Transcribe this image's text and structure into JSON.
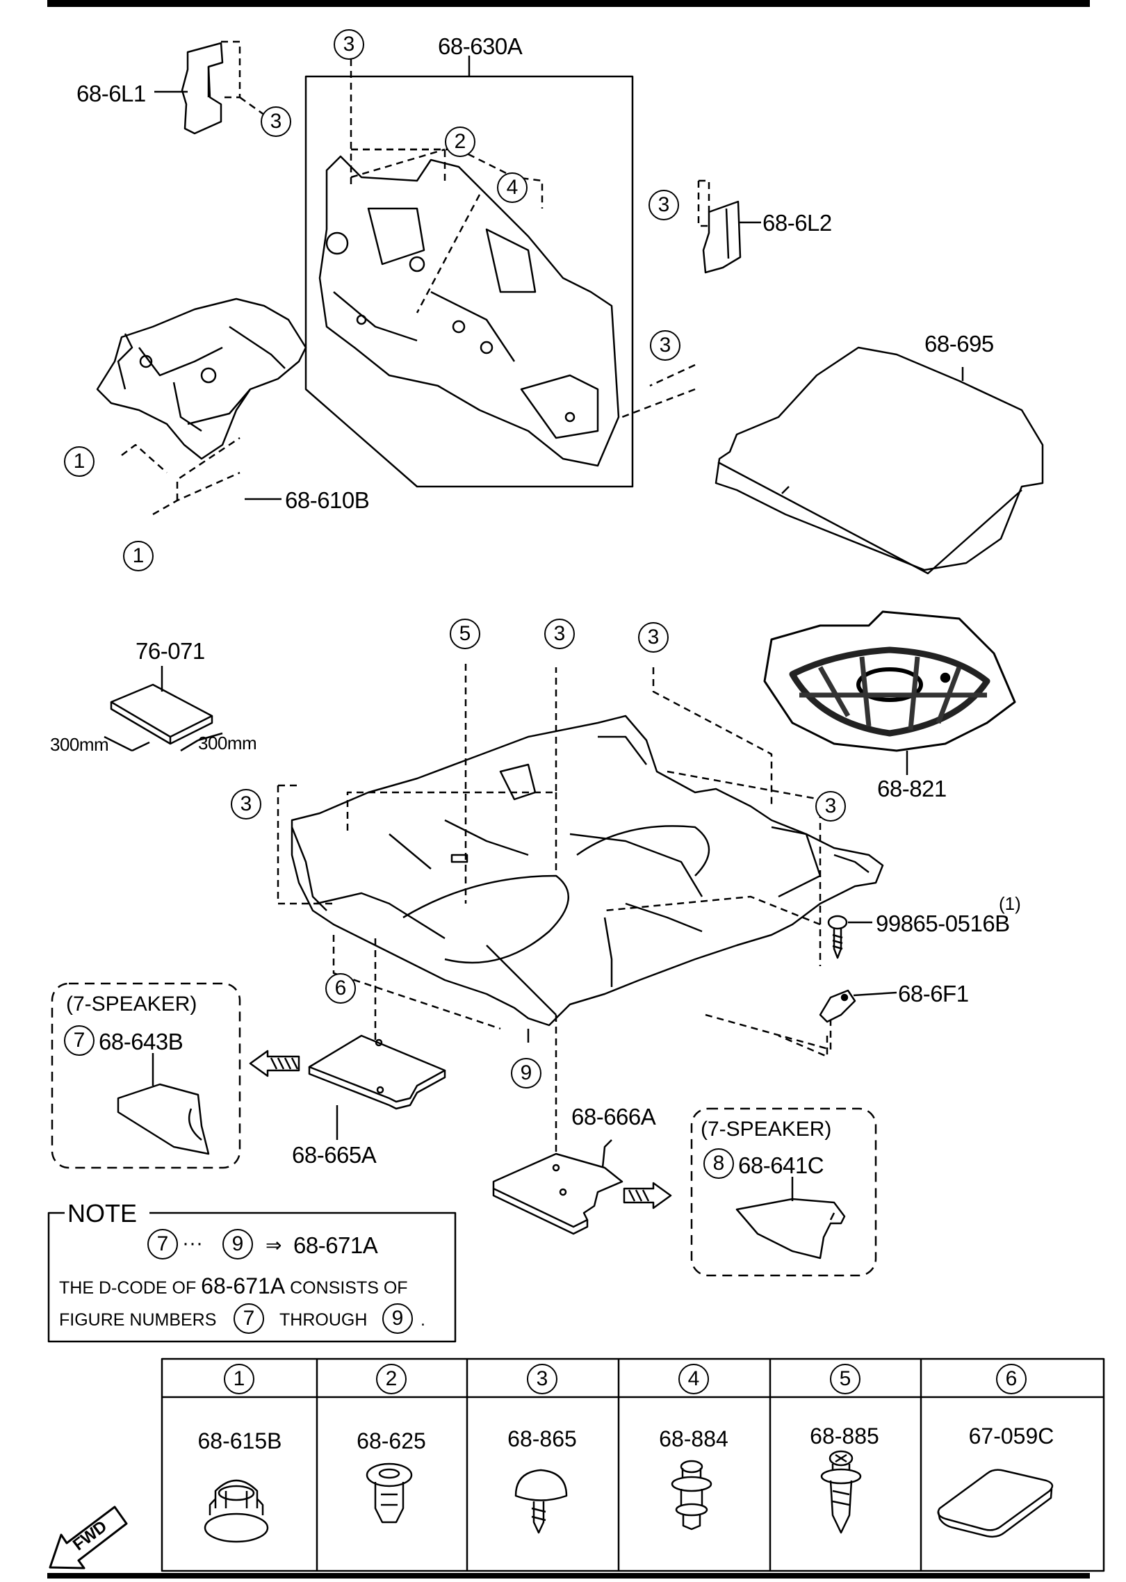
{
  "parts": {
    "pad_left_upper": "68-6L1",
    "dash_insulator_kit": "68-630A",
    "pad_right_upper": "68-6L2",
    "dash_lower": "68-610B",
    "trunk_mat": "68-695",
    "sample_material": "76-071",
    "sample_w": "300mm",
    "sample_h": "300mm",
    "spare_tire_cover": "68-821",
    "screw": "99865-0516B",
    "screw_qty": "(1)",
    "clip_f1": "68-6F1",
    "pad_front_left": "68-665A",
    "pad_rear": "68-666A"
  },
  "speaker_boxes": [
    {
      "title": "(7-SPEAKER)",
      "num": "7",
      "code": "68-643B"
    },
    {
      "title": "(7-SPEAKER)",
      "num": "8",
      "code": "68-641C"
    }
  ],
  "note": {
    "title": "NOTE",
    "from": "7",
    "dots": "···",
    "to": "9",
    "arrow": "⇒",
    "result": "68-671A",
    "line2_a": "THE D-CODE OF",
    "line2_code": "68-671A",
    "line2_b": "CONSISTS OF",
    "line3_a": "FIGURE NUMBERS",
    "line3_b": "THROUGH",
    "line3_end": "."
  },
  "fasteners": [
    {
      "num": "1",
      "code": "68-615B",
      "icon": "grommet-icon"
    },
    {
      "num": "2",
      "code": "68-625",
      "icon": "push-clip-icon"
    },
    {
      "num": "3",
      "code": "68-865",
      "icon": "mushroom-clip-icon"
    },
    {
      "num": "4",
      "code": "68-884",
      "icon": "rivet-clip-icon"
    },
    {
      "num": "5",
      "code": "68-885",
      "icon": "screw-rivet-icon"
    },
    {
      "num": "6",
      "code": "67-059C",
      "icon": "pad-icon"
    }
  ],
  "fwd_label": "FWD",
  "callouts": {
    "c1": "1",
    "c2": "2",
    "c3": "3",
    "c4": "4",
    "c5": "5",
    "c6": "6",
    "c7": "7",
    "c8": "8",
    "c9": "9"
  }
}
